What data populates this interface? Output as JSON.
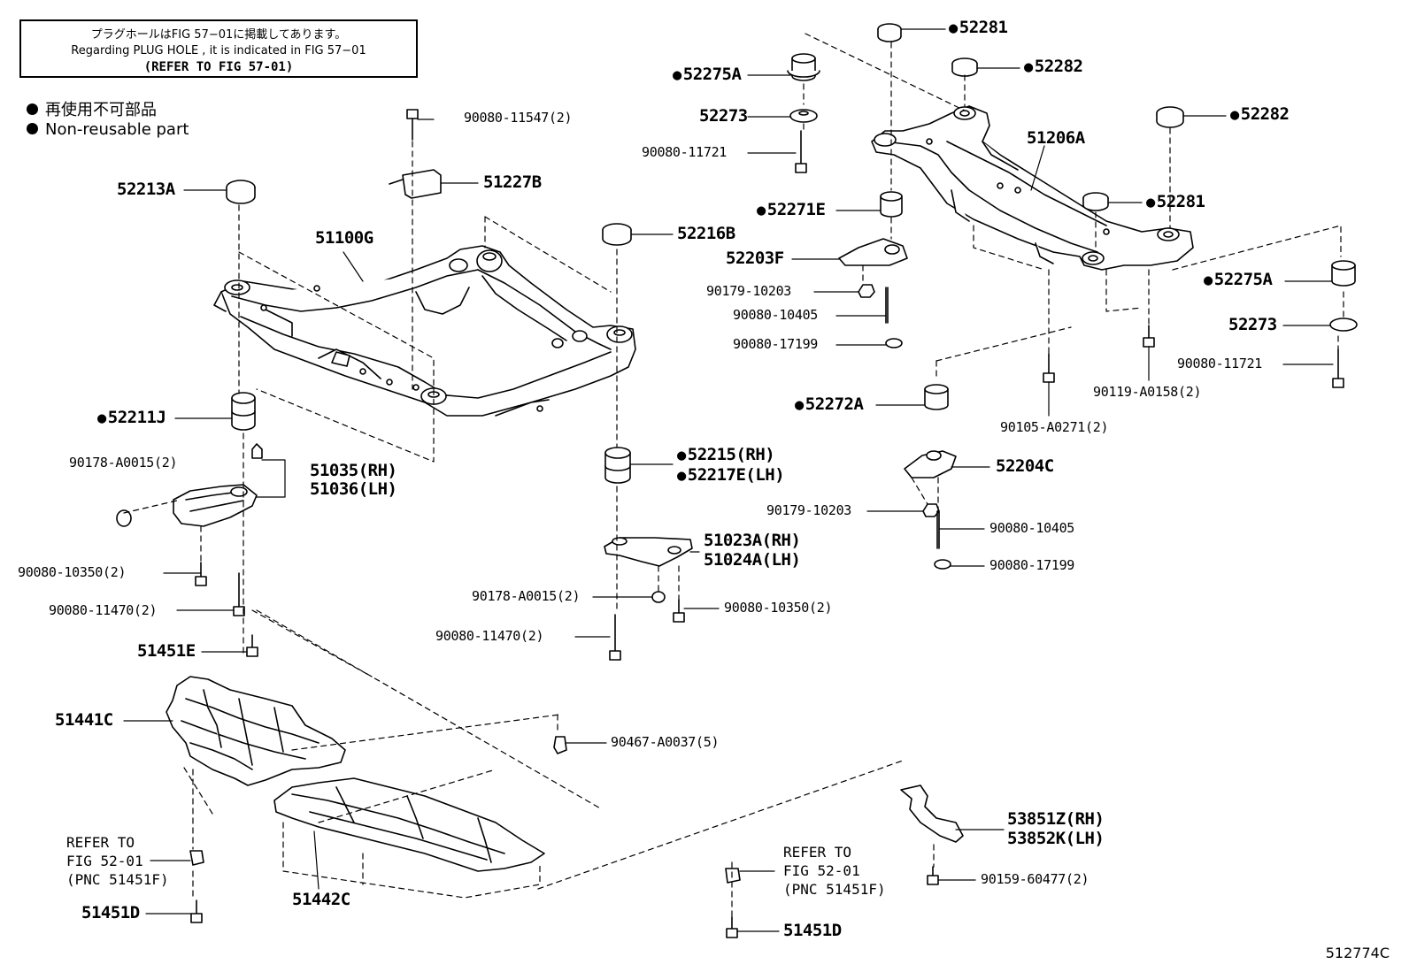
{
  "note": {
    "line_jp": "プラグホールはFIG 57−01に掲載してあります。",
    "line_en": "Regarding  PLUG  HOLE , it is indicated in FIG  57−01",
    "line_ref": "(REFER TO FIG 57-01)"
  },
  "legend": {
    "jp": "再使用不可部品",
    "en": "Non-reusable part"
  },
  "labels": {
    "p52213A": "52213A",
    "p51100G": "51100G",
    "p52211J": "52211J",
    "p90178a": "90178-A0015(2)",
    "p51035": "51035(RH)",
    "p51036": "51036(LH)",
    "p90080_10350a": "90080-10350(2)",
    "p90080_11470a": "90080-11470(2)",
    "p51451E": "51451E",
    "p51441C": "51441C",
    "p51442C": "51442C",
    "p51451Da": "51451D",
    "p51451Db": "51451D",
    "p90080_11547": "90080-11547(2)",
    "p51227B": "51227B",
    "p52216B": "52216B",
    "p52215": "52215(RH)",
    "p52217E": "52217E(LH)",
    "p51023A": "51023A(RH)",
    "p51024A": "51024A(LH)",
    "p90178b": "90178-A0015(2)",
    "p90080_10350b": "90080-10350(2)",
    "p90080_11470b": "90080-11470(2)",
    "p90467": "90467-A0037(5)",
    "p52275A_a": "52275A",
    "p52273_a": "52273",
    "p90080_11721a": "90080-11721",
    "p52281a": "52281",
    "p52282a": "52282",
    "p51206A": "51206A",
    "p52282b": "52282",
    "p52281b": "52281",
    "p52271E": "52271E",
    "p52203F": "52203F",
    "p90179a": "90179-10203",
    "p90080_10405a": "90080-10405",
    "p90080_17199a": "90080-17199",
    "p52275A_b": "52275A",
    "p52273_b": "52273",
    "p90080_11721b": "90080-11721",
    "p90119": "90119-A0158(2)",
    "p90105": "90105-A0271(2)",
    "p52272A": "52272A",
    "p52204C": "52204C",
    "p90179b": "90179-10203",
    "p90080_10405b": "90080-10405",
    "p90080_17199b": "90080-17199",
    "p53851Z": "53851Z(RH)",
    "p53852K": "53852K(LH)",
    "p90159": "90159-60477(2)"
  },
  "refer1": {
    "l1": "REFER TO",
    "l2": "FIG 52-01",
    "l3": "(PNC 51451F)"
  },
  "refer2": {
    "l1": "REFER TO",
    "l2": "FIG 52-01",
    "l3": "(PNC 51451F)"
  },
  "diagram_id": "512774C"
}
